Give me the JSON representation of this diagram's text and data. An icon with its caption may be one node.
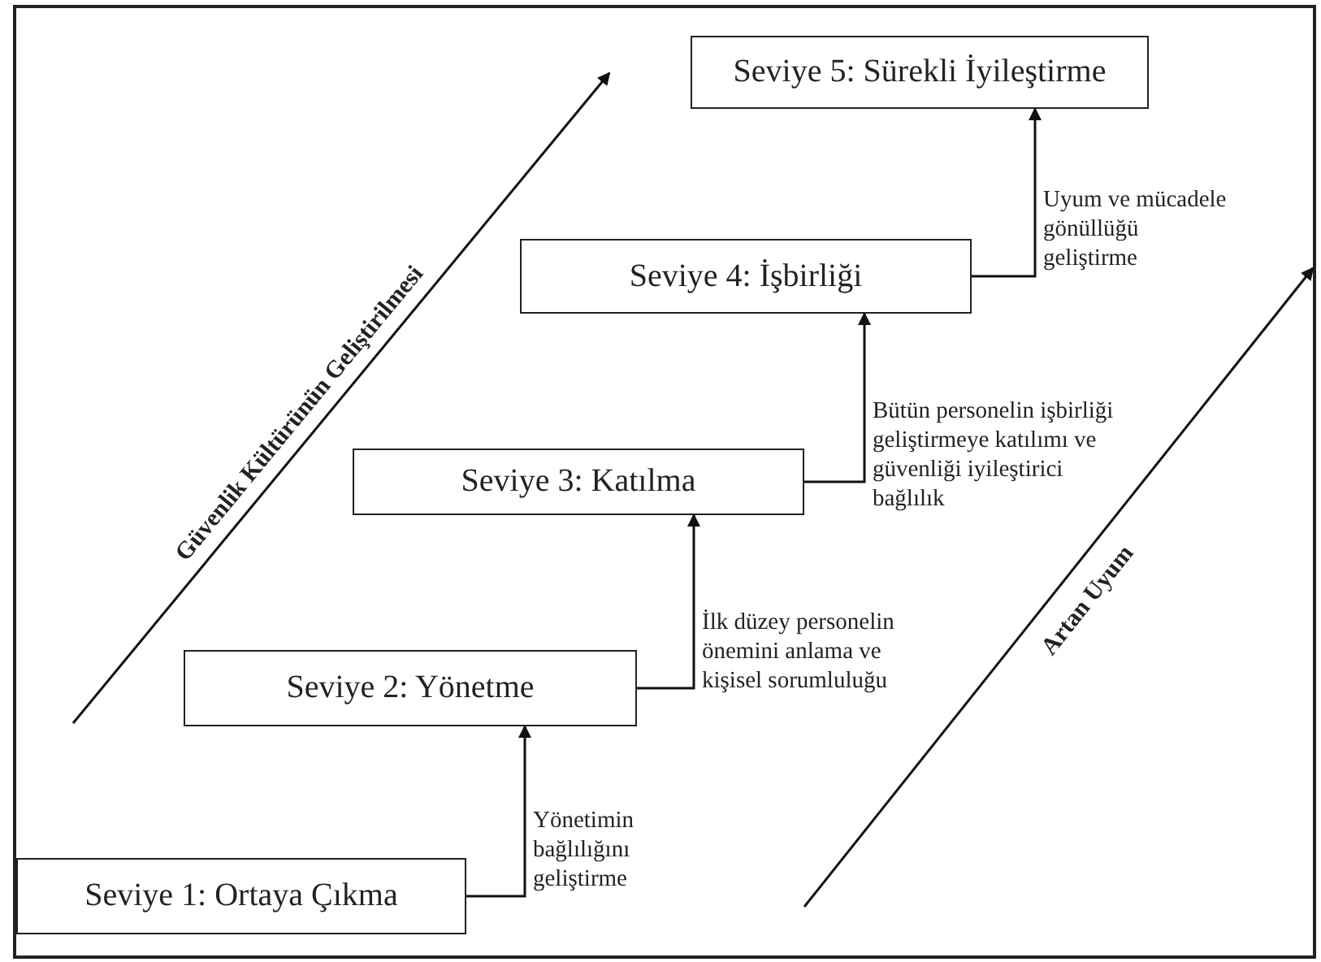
{
  "diagram": {
    "nodes": [
      {
        "text": [
          "Seviye 1: Ortaya Çıkma"
        ]
      },
      {
        "text": [
          "Seviye 2: Yönetme"
        ]
      },
      {
        "text": [
          "Seviye 3: Katılma"
        ]
      },
      {
        "text": [
          "Seviye 4: İşbirliği"
        ]
      },
      {
        "text": [
          "Seviye 5: Sürekli İyileştirme"
        ]
      }
    ],
    "edges": [
      {
        "from": 0,
        "to": 1,
        "arrow": "to",
        "label": "Yönetimin bağlılığını geliştirme"
      },
      {
        "from": 1,
        "to": 2,
        "arrow": "to",
        "label": "İlk düzey personelin önemini anlama ve kişisel sorumluluğu"
      },
      {
        "from": 2,
        "to": 3,
        "arrow": "to",
        "label": "Bütün personelin işbirliği geliştirmeye katılımı ve güvenliği iyileştirici bağlılık"
      },
      {
        "from": 3,
        "to": 4,
        "arrow": "to",
        "label": "Uyum ve mücadele gönüllüğü geliştirme"
      }
    ],
    "labels": [
      "Güvenlik Kültürünün Geliştirilmesi",
      "Artan Uyum"
    ]
  }
}
